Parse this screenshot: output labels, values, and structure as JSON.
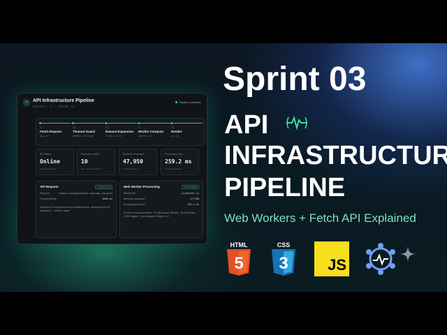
{
  "colors": {
    "accent": "#2fc784",
    "bg": "#0a1a22",
    "subtitle": "#7de0c0",
    "js": "#f7df1e",
    "html": "#e34f26",
    "css": "#2965f1"
  },
  "dashboard": {
    "title": "API Infrastructure Pipeline",
    "subtitle": "PROCESS: 17 · SPRINT 03",
    "status": "Pipeline complete",
    "steps": [
      {
        "num": "01",
        "name": "Fetch Request",
        "desc": "api.js"
      },
      {
        "num": "02",
        "name": "Timeout Guard",
        "desc": "5000ms ceiling"
      },
      {
        "num": "03",
        "name": "Dataset Expansion",
        "desc": "client-side"
      },
      {
        "num": "04",
        "name": "Worker Compute",
        "desc": "worker.js"
      },
      {
        "num": "05",
        "name": "Render",
        "desc": "ui.js"
      }
    ],
    "stats": [
      {
        "label": "API Status",
        "value": "Online",
        "note": "Endpoint reached"
      },
      {
        "label": "Records Loaded",
        "value": "10",
        "note": "from remote endpoint"
      },
      {
        "label": "Records Processed",
        "value": "47,950",
        "note": "by Web Worker"
      },
      {
        "label": "Processing Time",
        "value": "259.2 ms",
        "note": "worker thread only"
      }
    ],
    "api_card": {
      "title": "API Request",
      "badge": "CONNECTED",
      "rows": [
        {
          "k": "Endpoint",
          "v": "https://jsonplaceholder.typicode.com/users"
        },
        {
          "k": "Timeout ceiling",
          "v": "5000 ms"
        }
      ],
      "para": "Received 10 records from the endpoint above. Handing off to the expansion → Worker stage."
    },
    "worker_card": {
      "title": "Web Worker Processing",
      "badge": "COMPLETED",
      "rows": [
        {
          "k": "Worker file",
          "v": "js/worker.js"
        },
        {
          "k": "Records processed",
          "v": "47,950"
        },
        {
          "k": "Processing duration",
          "v": "259.2 ms"
        }
      ],
      "para": "50,000 records generated · 47,950 passed filtering · 98,000 active, 2,050 flagged · top company: Hoeger LLC"
    }
  },
  "headline": {
    "line1": "Sprint 03",
    "line2": "API",
    "line3": "INFRASTRUCTURE",
    "line4": "PIPELINE",
    "subtitle": "Web Workers + Fetch API Explained"
  },
  "logos": [
    {
      "name": "html5",
      "label": "HTML",
      "glyph": "5"
    },
    {
      "name": "css3",
      "label": "CSS",
      "glyph": "3"
    },
    {
      "name": "javascript",
      "label": "JS"
    },
    {
      "name": "web-worker",
      "label": ""
    }
  ]
}
